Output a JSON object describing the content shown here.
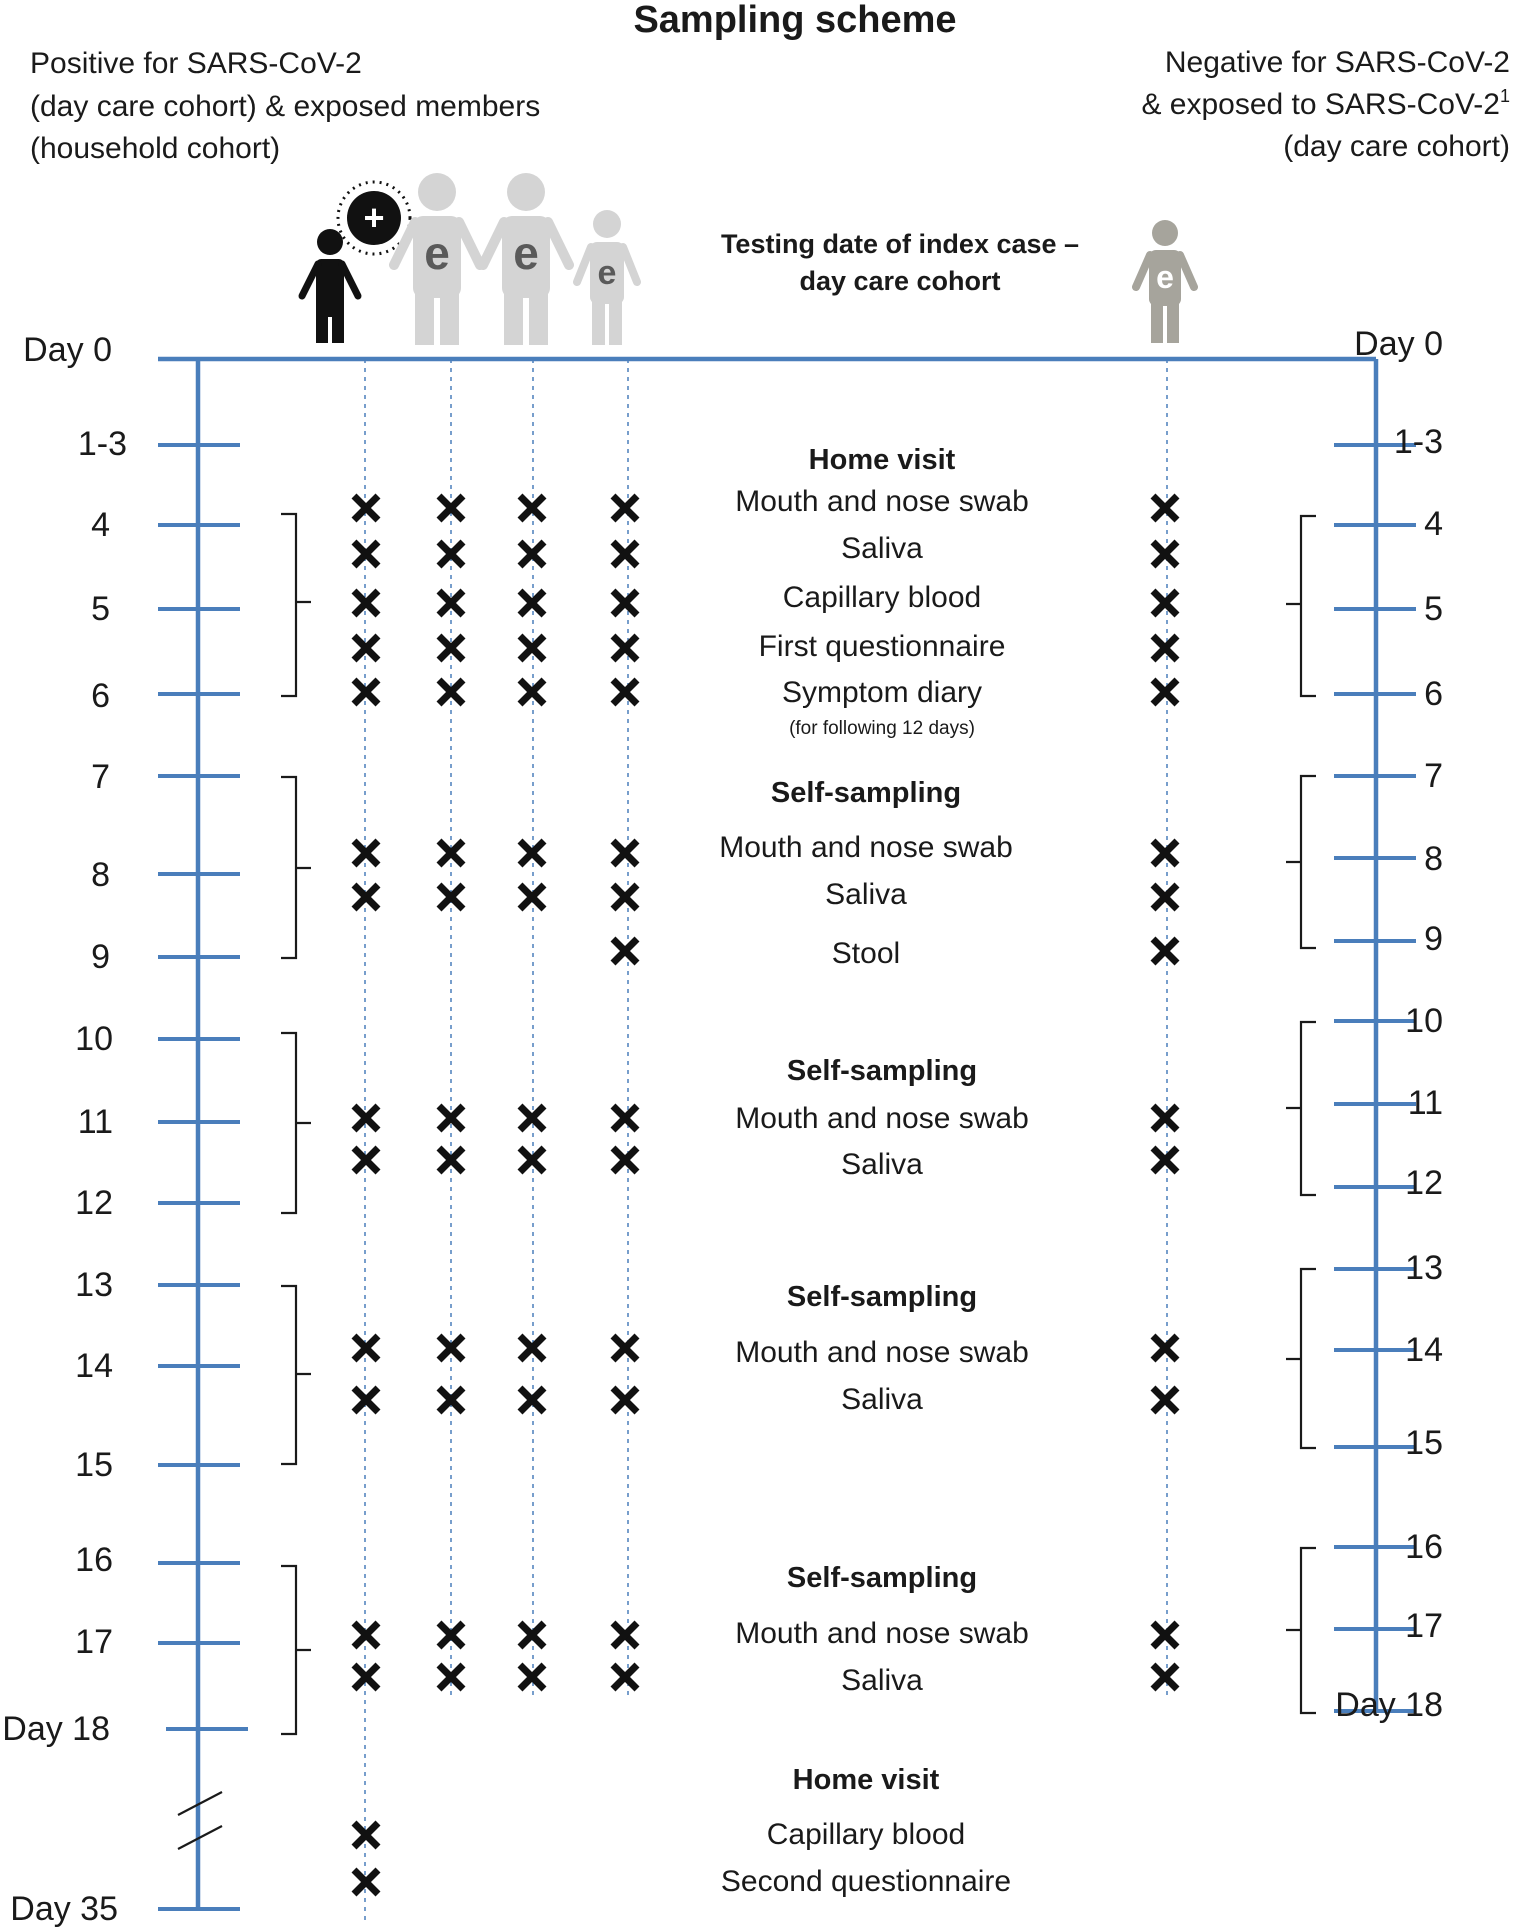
{
  "title": "Sampling scheme",
  "left_header": [
    "Positive for SARS-CoV-2",
    "(day care cohort) & exposed members",
    "(household cohort)"
  ],
  "right_header": {
    "line1": "Negative for SARS-CoV-2",
    "line2": "& exposed to SARS-CoV-2",
    "line2_sup": "1",
    "line3": "(day care cohort)"
  },
  "index_label": [
    "Testing date of index case –",
    "day care cohort"
  ],
  "person_letter": "e",
  "plus_sign": "+",
  "left_ticks": [
    "Day 0",
    "1-3",
    "4",
    "5",
    "6",
    "7",
    "8",
    "9",
    "10",
    "11",
    "12",
    "13",
    "14",
    "15",
    "16",
    "17",
    "Day 18",
    "Day 35"
  ],
  "right_ticks": [
    "Day 0",
    "1-3",
    "4",
    "5",
    "6",
    "7",
    "8",
    "9",
    "10",
    "11",
    "12",
    "13",
    "14",
    "15",
    "16",
    "17",
    "Day 18"
  ],
  "sections": [
    {
      "title": "Home visit",
      "items": [
        "Mouth and nose swab",
        "Saliva",
        "Capillary blood",
        "First questionnaire",
        "Symptom diary"
      ],
      "note": "(for following 12 days)"
    },
    {
      "title": "Self-sampling",
      "items": [
        "Mouth and nose swab",
        "Saliva",
        "Stool"
      ]
    },
    {
      "title": "Self-sampling",
      "items": [
        "Mouth and nose swab",
        "Saliva"
      ]
    },
    {
      "title": "Self-sampling",
      "items": [
        "Mouth and nose swab",
        "Saliva"
      ]
    },
    {
      "title": "Self-sampling",
      "items": [
        "Mouth and nose swab",
        "Saliva"
      ]
    },
    {
      "title": "Home visit",
      "items": [
        "Capillary blood",
        "Second questionnaire"
      ]
    }
  ],
  "colors": {
    "axis": "#4a7ebb",
    "index_case": "#111111",
    "exposed": "#d4d4d4",
    "negative": "#a6a49c",
    "mark": "#111111"
  }
}
